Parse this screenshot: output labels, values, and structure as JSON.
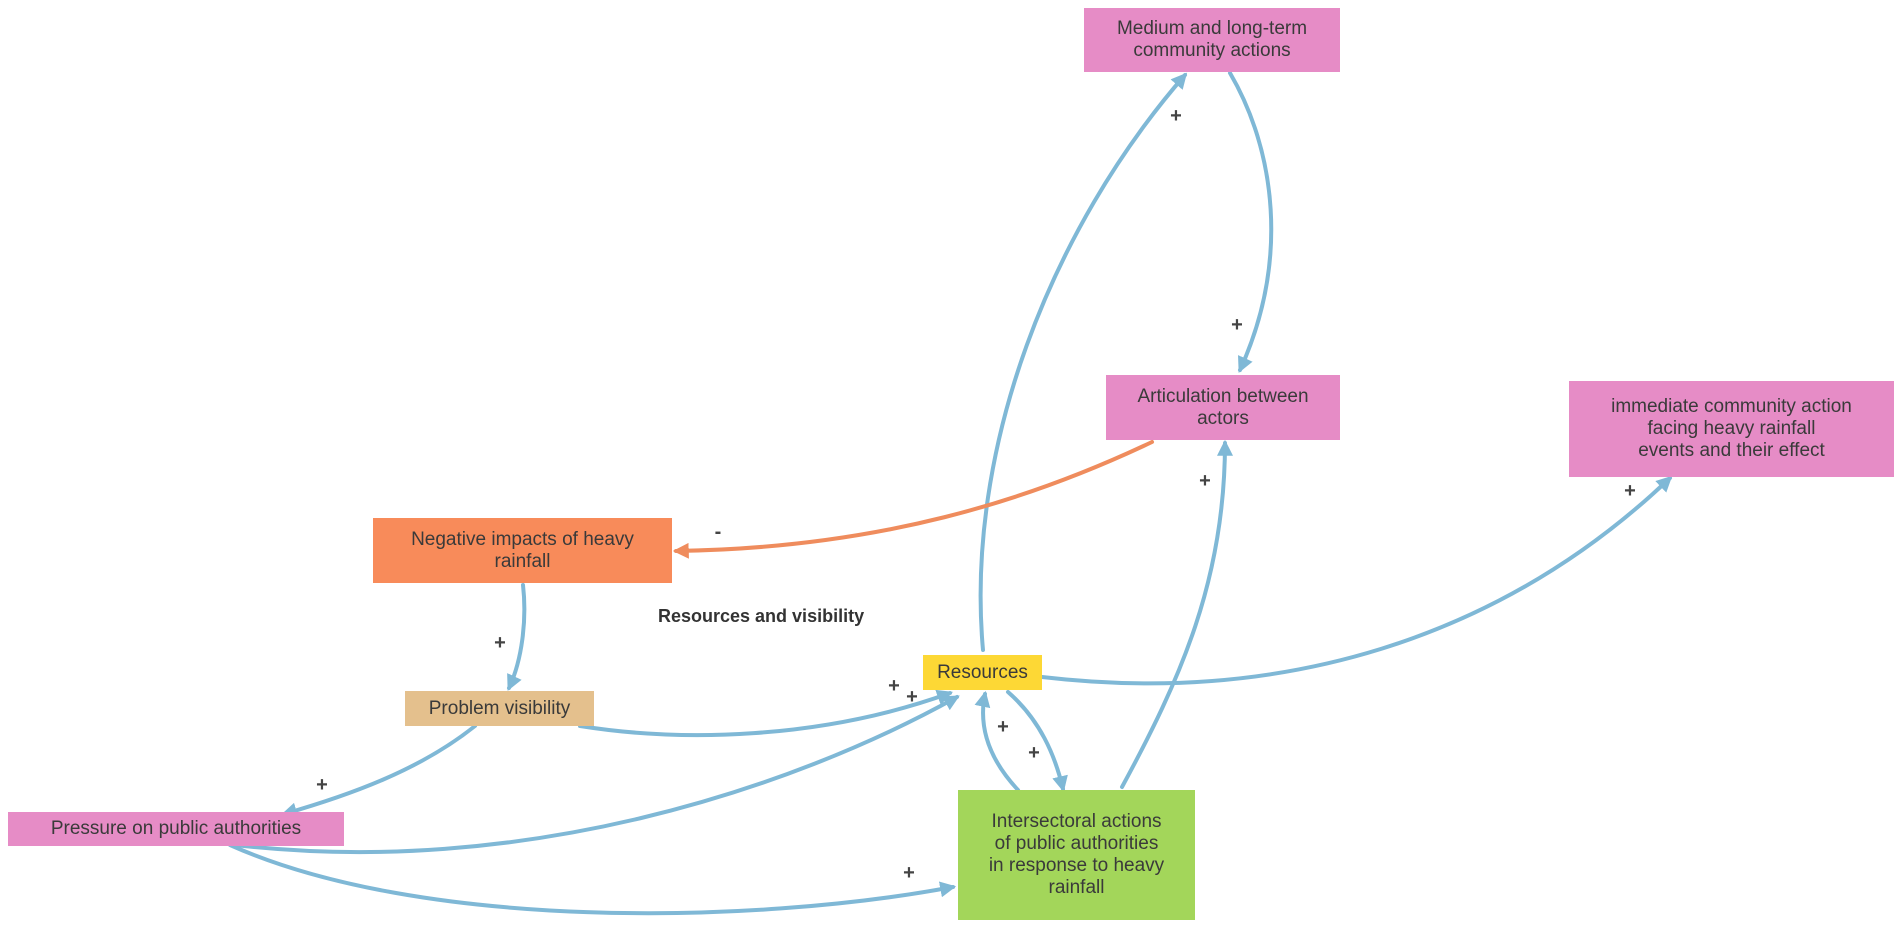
{
  "title": "Resources and visibility",
  "colors": {
    "arrow_positive": "#7fb8d6",
    "arrow_negative": "#ef8c5d",
    "node_pink": "#e68cc6",
    "node_orange": "#f88b5a",
    "node_tan": "#e4c08d",
    "node_yellow": "#fdd835",
    "node_green": "#a3d65a"
  },
  "nodes": {
    "medium_long_term": "Medium and long-term\ncommunity actions",
    "articulation": "Articulation between\nactors",
    "immediate_action": "immediate community action\nfacing heavy rainfall\nevents and their effect",
    "negative_impacts": "Negative impacts of heavy\nrainfall",
    "problem_visibility": "Problem visibility",
    "resources": "Resources",
    "pressure": "Pressure on public authorities",
    "intersectoral": "Intersectoral actions\nof public authorities\nin response to heavy\nrainfall"
  },
  "links": [
    {
      "from": "Resources",
      "to": "Medium and long-term community actions",
      "polarity": "+"
    },
    {
      "from": "Medium and long-term community actions",
      "to": "Articulation between actors",
      "polarity": "+"
    },
    {
      "from": "Intersectoral actions of public authorities in response to heavy rainfall",
      "to": "Articulation between actors",
      "polarity": "+"
    },
    {
      "from": "Resources",
      "to": "immediate community action facing heavy rainfall events and their effect",
      "polarity": "+"
    },
    {
      "from": "Articulation between actors",
      "to": "Negative impacts of heavy rainfall",
      "polarity": "-"
    },
    {
      "from": "Negative impacts of heavy rainfall",
      "to": "Problem visibility",
      "polarity": "+"
    },
    {
      "from": "Problem visibility",
      "to": "Resources",
      "polarity": "+"
    },
    {
      "from": "Pressure on public authorities",
      "to": "Resources",
      "polarity": "+"
    },
    {
      "from": "Problem visibility",
      "to": "Pressure on public authorities",
      "polarity": "+"
    },
    {
      "from": "Intersectoral actions of public authorities in response to heavy rainfall",
      "to": "Resources",
      "polarity": "+"
    },
    {
      "from": "Resources",
      "to": "Intersectoral actions of public authorities in response to heavy rainfall",
      "polarity": "+"
    },
    {
      "from": "Pressure on public authorities",
      "to": "Intersectoral actions of public authorities in response to heavy rainfall",
      "polarity": "+"
    }
  ]
}
